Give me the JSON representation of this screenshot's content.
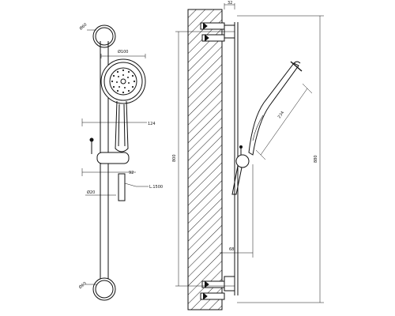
{
  "drawing": {
    "front_view": {
      "dim_mount_top": "Ø60",
      "dim_head_diameter": "Ø100",
      "dim_hose_offset": "124",
      "dim_slider": "92",
      "dim_hose": "L.1500",
      "dim_rail": "Ø20",
      "dim_mount_bottom": "Ø60"
    },
    "side_view": {
      "dim_top_offset": "32",
      "dim_total_height": "800",
      "dim_head_length": "234",
      "dim_wall_offset": "68",
      "dim_overall_height": "880"
    }
  }
}
